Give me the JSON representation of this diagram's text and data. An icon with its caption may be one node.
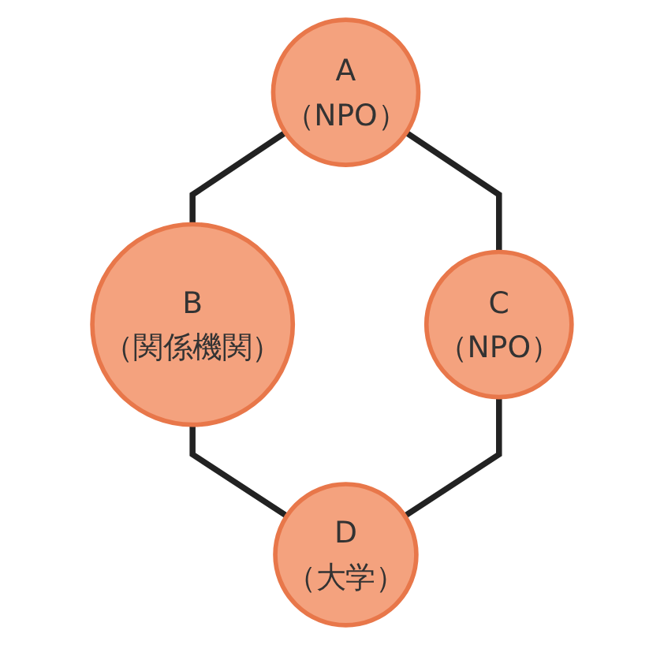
{
  "diagram": {
    "nodes": [
      {
        "text": [
          "A",
          "（NPO）"
        ]
      },
      {
        "text": [
          "B",
          "（関係機関）"
        ]
      },
      {
        "text": [
          "C",
          "（NPO）"
        ]
      },
      {
        "text": [
          "D",
          "（大学）"
        ]
      }
    ],
    "edges": [
      {
        "from": 0,
        "to": 1,
        "arrow": "none"
      },
      {
        "from": 0,
        "to": 2,
        "arrow": "none"
      },
      {
        "from": 1,
        "to": 3,
        "arrow": "none"
      },
      {
        "from": 2,
        "to": 3,
        "arrow": "none"
      }
    ]
  }
}
